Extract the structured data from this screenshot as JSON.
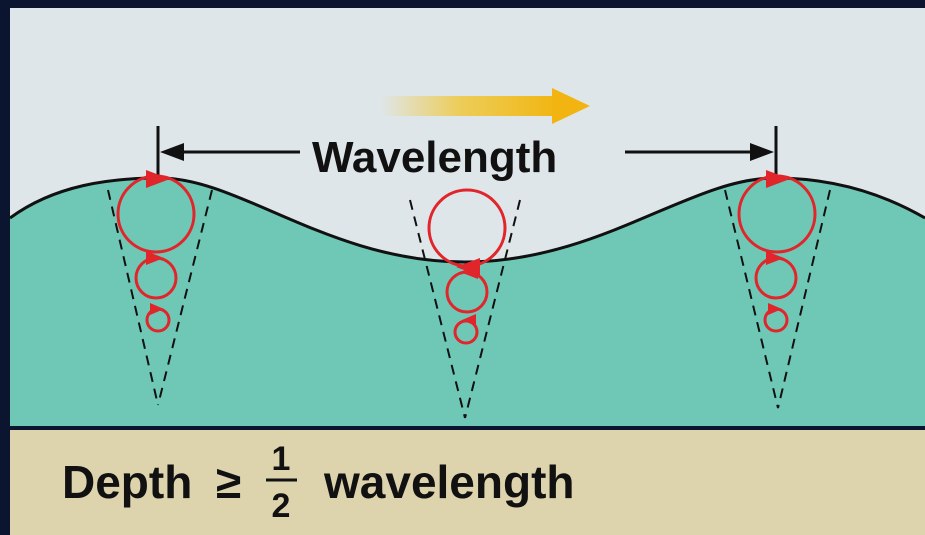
{
  "labels": {
    "wavelength": "Wavelength",
    "depth_prefix": "Depth",
    "depth_operator": "≥",
    "fraction_numerator": "1",
    "fraction_denominator": "2",
    "depth_suffix": "wavelength"
  },
  "colors": {
    "frame": "#0c1530",
    "sky": "#dfe6ea",
    "water": "#6fc8b6",
    "seabed": "#ddd3ad",
    "orbit": "#e0262b",
    "arrow": "#f2c21a",
    "ink": "#111111"
  },
  "icons": {
    "direction": "yellow-arrow-right-icon",
    "dimension_left": "arrowhead-left-icon",
    "dimension_right": "arrowhead-right-icon"
  }
}
